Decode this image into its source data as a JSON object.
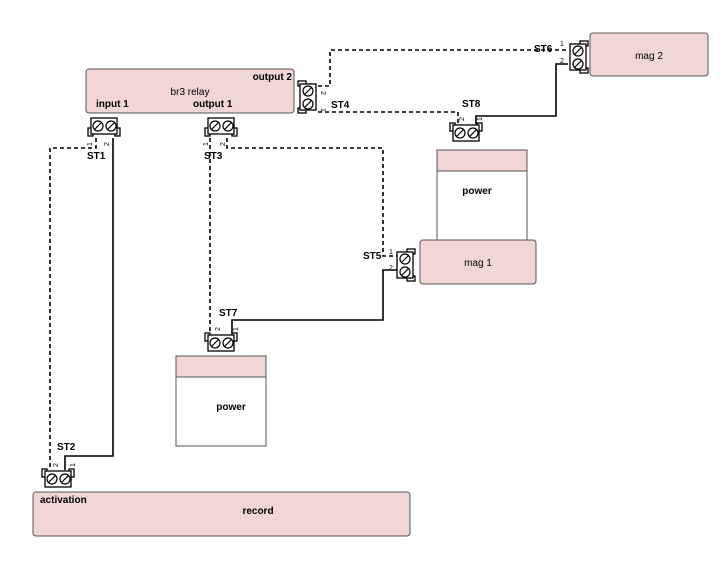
{
  "components": {
    "relay": {
      "name": "br3 relay",
      "input1": "input 1",
      "output1": "output 1",
      "output2": "output 2"
    },
    "mag2": {
      "name": "mag 2"
    },
    "mag1": {
      "name": "mag 1"
    },
    "power_top": {
      "name": "power"
    },
    "power_bottom": {
      "name": "power"
    },
    "record": {
      "name": "record",
      "activation": "activation"
    }
  },
  "terminals": {
    "st1": {
      "label": "ST1",
      "pin_a": "1",
      "pin_b": "2"
    },
    "st2": {
      "label": "ST2",
      "pin_a": "2",
      "pin_b": "1"
    },
    "st3": {
      "label": "ST3",
      "pin_a": "1",
      "pin_b": "2"
    },
    "st4": {
      "label": "ST4",
      "pin_a": "2",
      "pin_b": "1"
    },
    "st5": {
      "label": "ST5",
      "pin_a": "1",
      "pin_b": "2"
    },
    "st6": {
      "label": "ST6",
      "pin_a": "1",
      "pin_b": "2"
    },
    "st7": {
      "label": "ST7",
      "pin_a": "2",
      "pin_b": "1"
    },
    "st8": {
      "label": "ST8",
      "pin_a": "2",
      "pin_b": "1"
    }
  }
}
